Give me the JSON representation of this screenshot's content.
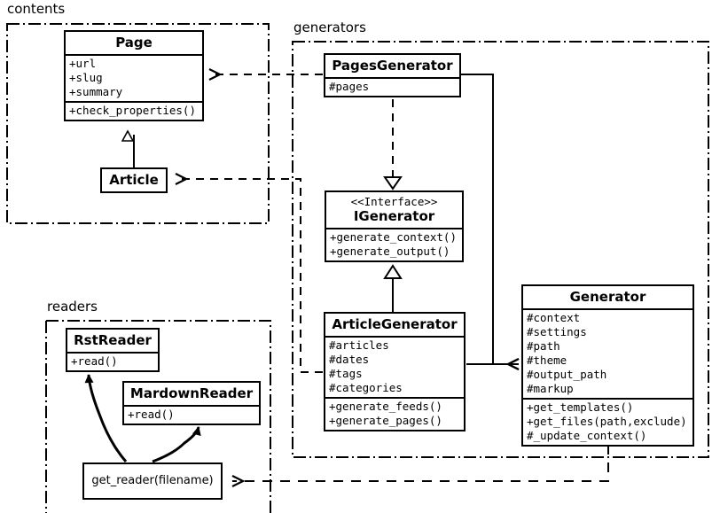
{
  "diagram": {
    "title": "UML class diagram",
    "stroke_color": "#000000",
    "background_color": "#ffffff"
  },
  "packages": [
    {
      "id": "contents",
      "label": "contents"
    },
    {
      "id": "generators",
      "label": "generators"
    },
    {
      "id": "readers",
      "label": "readers"
    }
  ],
  "classes": {
    "page": {
      "name": "Page",
      "attributes": [
        "+url",
        "+slug",
        "+summary"
      ],
      "methods": [
        "+check_properties()"
      ]
    },
    "article": {
      "name": "Article",
      "attributes": [],
      "methods": []
    },
    "pages_generator": {
      "name": "PagesGenerator",
      "attributes": [
        "#pages"
      ],
      "methods": []
    },
    "igenerator": {
      "stereotype": "<<Interface>>",
      "name": "IGenerator",
      "attributes": [],
      "methods": [
        "+generate_context()",
        "+generate_output()"
      ]
    },
    "article_generator": {
      "name": "ArticleGenerator",
      "attributes": [
        "#articles",
        "#dates",
        "#tags",
        "#categories"
      ],
      "methods": [
        "+generate_feeds()",
        "+generate_pages()"
      ]
    },
    "generator": {
      "name": "Generator",
      "attributes": [
        "#context",
        "#settings",
        "#path",
        "#theme",
        "#output_path",
        "#markup"
      ],
      "methods": [
        "+get_templates()",
        "+get_files(path,exclude)",
        "#_update_context()"
      ]
    },
    "rst_reader": {
      "name": "RstReader",
      "attributes": [],
      "methods": [
        "+read()"
      ]
    },
    "mardown_reader": {
      "name": "MardownReader",
      "attributes": [],
      "methods": [
        "+read()"
      ]
    },
    "get_reader": {
      "name": "get_reader(filename)",
      "attributes": [],
      "methods": []
    }
  },
  "relations": [
    {
      "id": "article-inherits-page",
      "type": "generalization",
      "from": "article",
      "to": "page"
    },
    {
      "id": "articlegenerator-implements-igenerator",
      "type": "realization",
      "from": "article_generator",
      "to": "igenerator"
    },
    {
      "id": "pagesgenerator-implements-igenerator",
      "type": "realization",
      "from": "pages_generator",
      "to": "igenerator"
    },
    {
      "id": "pagesgenerator-uses-page",
      "type": "dependency",
      "from": "pages_generator",
      "to": "page"
    },
    {
      "id": "articlegenerator-uses-article",
      "type": "dependency",
      "from": "article_generator",
      "to": "article"
    },
    {
      "id": "generator-aggregates-pagesgenerator",
      "type": "aggregation",
      "from": "generator",
      "to": "pages_generator"
    },
    {
      "id": "generator-aggregates-articlegenerator",
      "type": "aggregation",
      "from": "generator",
      "to": "article_generator"
    },
    {
      "id": "generator-uses-get_reader",
      "type": "dependency",
      "from": "generator",
      "to": "get_reader"
    },
    {
      "id": "get_reader-creates-rstreader",
      "type": "creates",
      "from": "get_reader",
      "to": "rst_reader"
    },
    {
      "id": "get_reader-creates-mardownreader",
      "type": "creates",
      "from": "get_reader",
      "to": "mardown_reader"
    }
  ]
}
